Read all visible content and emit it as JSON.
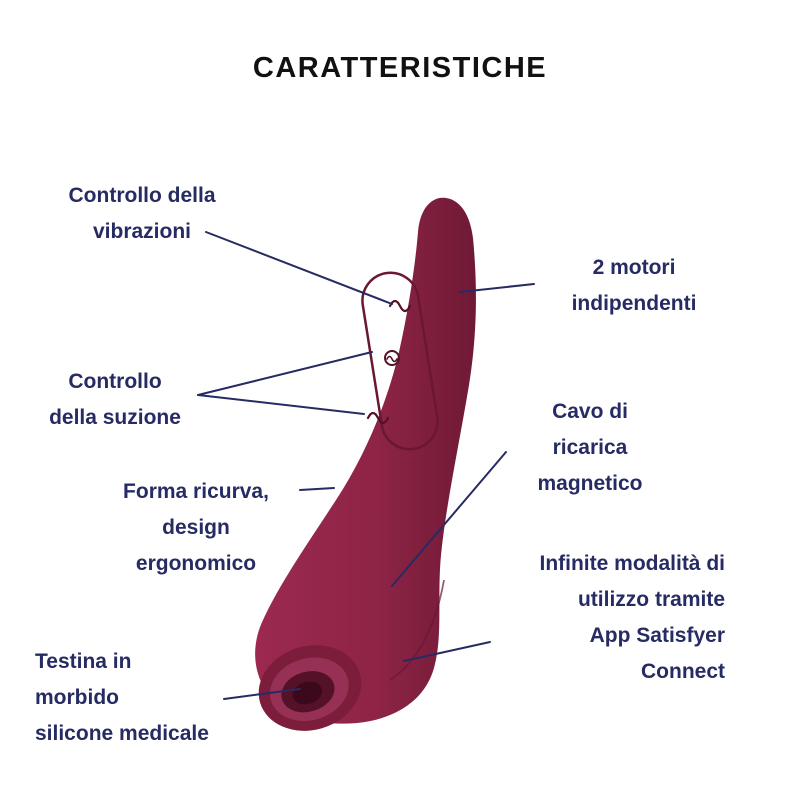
{
  "title": "CARATTERISTICHE",
  "labels": {
    "vibration_control": "Controllo della\nvibrazioni",
    "independent_motors": "2 motori\nindipendenti",
    "suction_control": "Controllo\ndella suzione",
    "ergonomic_shape": "Forma ricurva,\ndesign\nergonomico",
    "magnetic_charging": "Cavo di\nricarica\nmagnetico",
    "app_modes": "Infinite modalità di\nutilizzo tramite\nApp Satisfyer\nConnect",
    "silicone_head": "Testina in\nmorbido\nsilicone medicale"
  },
  "icons": {
    "vibration_button": "wave",
    "suction_button_top": "circle-wave",
    "suction_button_bottom": "wave"
  },
  "colors": {
    "title_text": "#111111",
    "label_text": "#262b63",
    "connector_line": "#262b63",
    "device_body": "#8e2446",
    "device_highlight": "#9c2950",
    "device_shadow": "#6f1935",
    "device_opening_dark": "#3c091c",
    "background": "#ffffff"
  }
}
